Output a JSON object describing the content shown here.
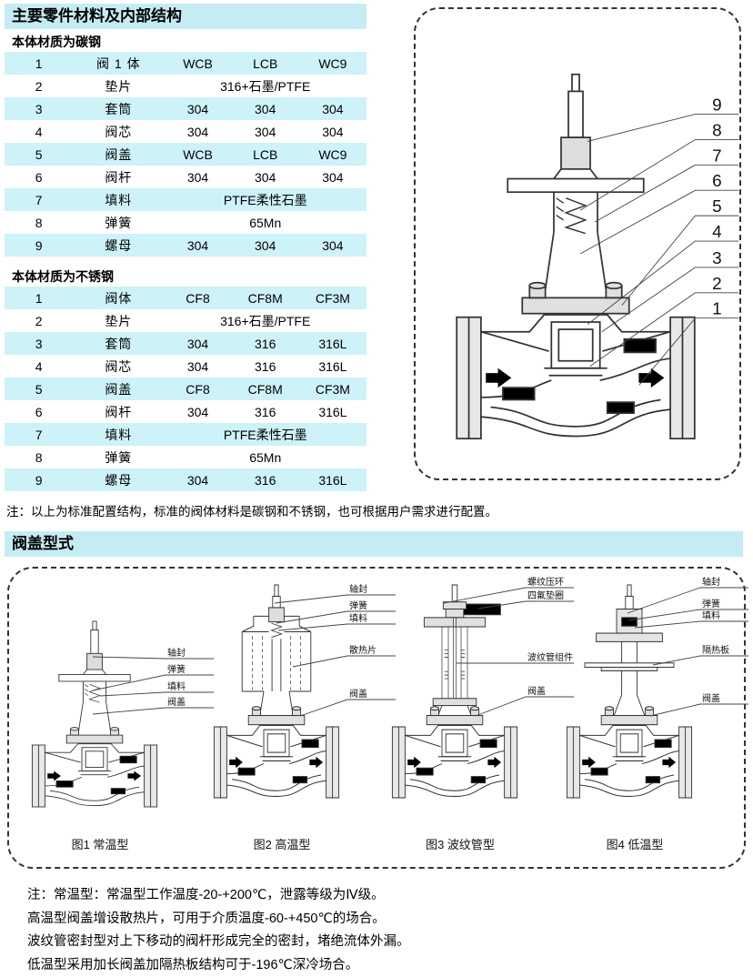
{
  "section1": {
    "title": "主要零件材料及内部结构"
  },
  "section2": {
    "title": "阀盖型式"
  },
  "carbon": {
    "label": "本体材质为碳钢",
    "rows": [
      {
        "no": "1",
        "name": "阀 1 体",
        "cells": [
          "WCB",
          "LCB",
          "WC9"
        ]
      },
      {
        "no": "2",
        "name": "垫片",
        "cells": [
          "316+石墨/PTFE"
        ]
      },
      {
        "no": "3",
        "name": "套筒",
        "cells": [
          "304",
          "304",
          "304"
        ]
      },
      {
        "no": "4",
        "name": "阀芯",
        "cells": [
          "304",
          "304",
          "304"
        ]
      },
      {
        "no": "5",
        "name": "阀盖",
        "cells": [
          "WCB",
          "LCB",
          "WC9"
        ]
      },
      {
        "no": "6",
        "name": "阀杆",
        "cells": [
          "304",
          "304",
          "304"
        ]
      },
      {
        "no": "7",
        "name": "填料",
        "cells": [
          "PTFE柔性石墨"
        ]
      },
      {
        "no": "8",
        "name": "弹簧",
        "cells": [
          "65Mn"
        ]
      },
      {
        "no": "9",
        "name": "螺母",
        "cells": [
          "304",
          "304",
          "304"
        ]
      }
    ]
  },
  "stainless": {
    "label": "本体材质为不锈钢",
    "rows": [
      {
        "no": "1",
        "name": "阀体",
        "cells": [
          "CF8",
          "CF8M",
          "CF3M"
        ]
      },
      {
        "no": "2",
        "name": "垫片",
        "cells": [
          "316+石墨/PTFE"
        ]
      },
      {
        "no": "3",
        "name": "套筒",
        "cells": [
          "304",
          "316",
          "316L"
        ]
      },
      {
        "no": "4",
        "name": "阀芯",
        "cells": [
          "304",
          "316",
          "316L"
        ]
      },
      {
        "no": "5",
        "name": "阀盖",
        "cells": [
          "CF8",
          "CF8M",
          "CF3M"
        ]
      },
      {
        "no": "6",
        "name": "阀杆",
        "cells": [
          "304",
          "316",
          "316L"
        ]
      },
      {
        "no": "7",
        "name": "填料",
        "cells": [
          "PTFE柔性石墨"
        ]
      },
      {
        "no": "8",
        "name": "弹簧",
        "cells": [
          "65Mn"
        ]
      },
      {
        "no": "9",
        "name": "螺母",
        "cells": [
          "304",
          "316",
          "316L"
        ]
      }
    ]
  },
  "table_note": "注：以上为标准配置结构，标准的阀体材料是碳钢和不锈钢，也可根据用户需求进行配置。",
  "main_diagram": {
    "callout_numbers": [
      "9",
      "8",
      "7",
      "6",
      "5",
      "4",
      "3",
      "2",
      "1"
    ]
  },
  "figures": [
    {
      "caption": "图1 常温型",
      "labels": [
        "轴封",
        "弹簧",
        "填料",
        "阀盖"
      ]
    },
    {
      "caption": "图2 高温型",
      "labels": [
        "轴封",
        "弹簧",
        "填料",
        "散热片",
        "阀盖"
      ]
    },
    {
      "caption": "图3 波纹管型",
      "labels": [
        "螺纹压环",
        "四氟垫圈",
        "波纹管组件",
        "阀盖"
      ]
    },
    {
      "caption": "图4 低温型",
      "labels": [
        "轴封",
        "弹簧",
        "填料",
        "隔热板",
        "阀盖"
      ]
    }
  ],
  "bottom_notes": [
    "注：常温型：常温型工作温度-20-+200℃，泄露等级为Ⅳ级。",
    "高温型阀盖增设散热片，可用于介质温度-60-+450℃的场合。",
    "波纹管密封型对上下移动的阀杆形成完全的密封，堵绝流体外漏。",
    "低温型采用加长阀盖加隔热板结构可于-196℃深冷场合。"
  ],
  "colors": {
    "accent": "#c6ecf3",
    "stripe": "#cdf2f8"
  }
}
